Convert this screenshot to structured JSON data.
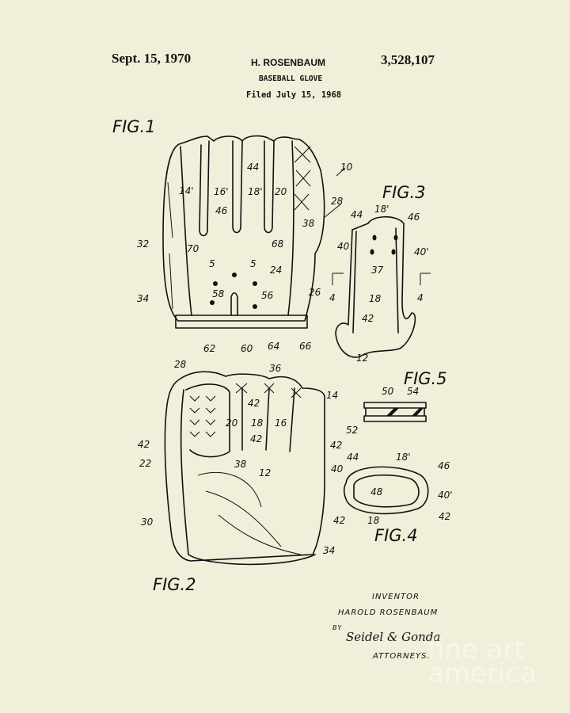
{
  "header": {
    "date": "Sept. 15, 1970",
    "inventor": "H. ROSENBAUM",
    "patent_number": "3,528,107",
    "title": "BASEBALL GLOVE",
    "filed": "Filed July 15, 1968"
  },
  "figures": {
    "fig1": {
      "label": "FIG.1",
      "numerals": [
        "10",
        "14'",
        "16'",
        "18'",
        "20",
        "44",
        "46",
        "28",
        "38",
        "32",
        "70",
        "68",
        "5",
        "5",
        "24",
        "34",
        "58",
        "56",
        "26",
        "62",
        "60",
        "64",
        "66"
      ]
    },
    "fig2": {
      "label": "FIG.2",
      "numerals": [
        "28",
        "36",
        "42",
        "14",
        "20",
        "18",
        "16",
        "42",
        "42",
        "42",
        "22",
        "38",
        "12",
        "30",
        "34"
      ]
    },
    "fig3": {
      "label": "FIG.3",
      "numerals": [
        "18'",
        "44",
        "46",
        "40",
        "40'",
        "37",
        "4",
        "4",
        "18",
        "42",
        "12"
      ]
    },
    "fig4": {
      "label": "FIG.4",
      "numerals": [
        "44",
        "18'",
        "46",
        "40",
        "48",
        "40'",
        "42",
        "18",
        "42"
      ]
    },
    "fig5": {
      "label": "FIG.5",
      "numerals": [
        "50",
        "54",
        "52"
      ]
    }
  },
  "signature_block": {
    "inventor_label": "INVENTOR",
    "inventor_name": "HAROLD ROSENBAUM",
    "by_label": "BY",
    "signature": "Seidel & Gonda",
    "attorneys_label": "ATTORNEYS."
  },
  "watermark": "fine art america",
  "colors": {
    "paper": "#f1eed9",
    "ink": "#111111"
  }
}
